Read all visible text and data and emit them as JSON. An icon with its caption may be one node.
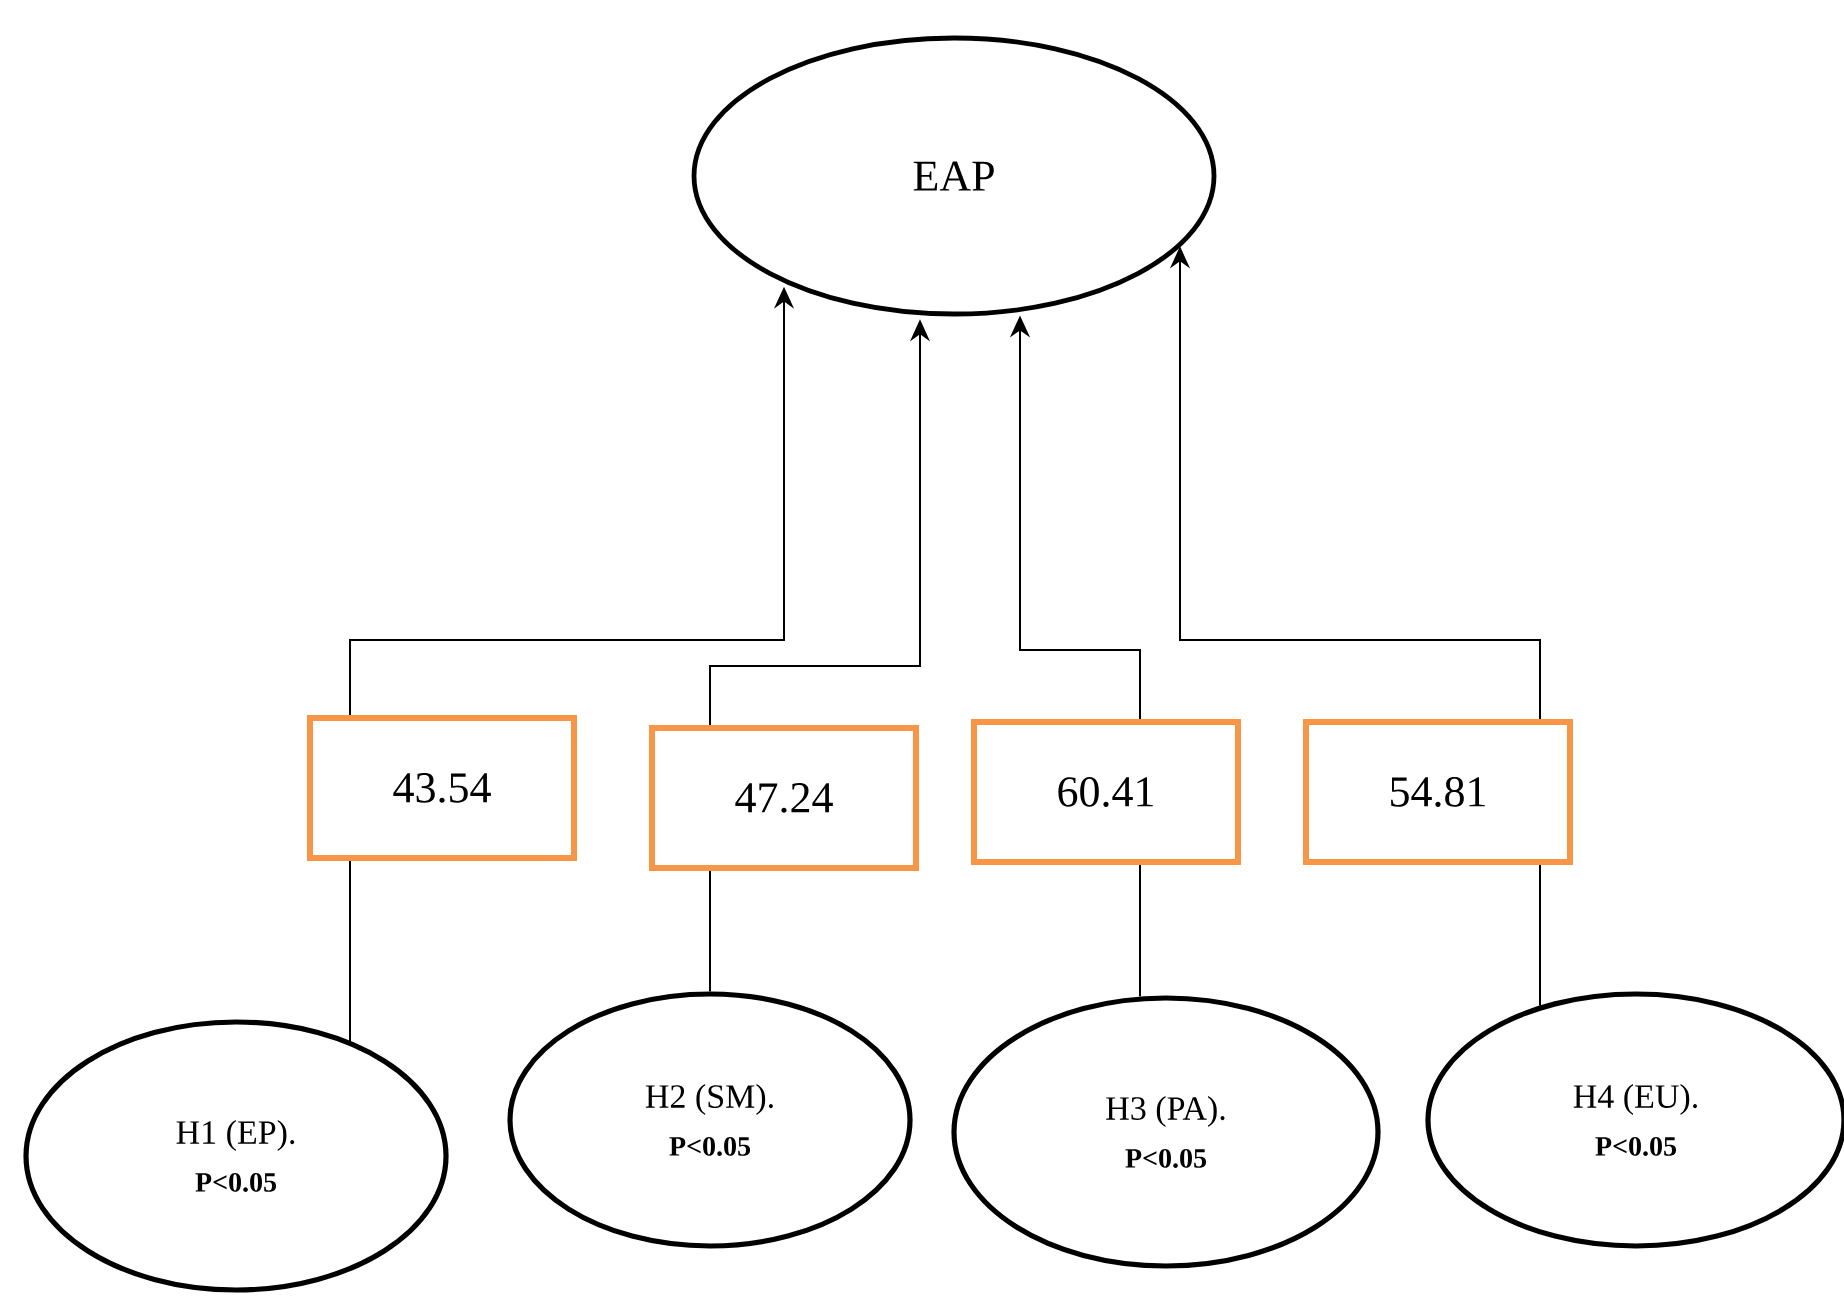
{
  "diagram": {
    "nodes": [
      {
        "text": [
          "EAP"
        ]
      },
      {
        "text": [
          "43.54"
        ]
      },
      {
        "text": [
          "47.24"
        ]
      },
      {
        "text": [
          "60.41"
        ]
      },
      {
        "text": [
          "54.81"
        ]
      },
      {
        "text": [
          "H1 (EP).",
          "P<0.05"
        ]
      },
      {
        "text": [
          "H2 (SM).",
          "P<0.05"
        ]
      },
      {
        "text": [
          "H3 (PA).",
          "P<0.05"
        ]
      },
      {
        "text": [
          "H4 (EU).",
          "P<0.05"
        ]
      }
    ],
    "edges": [
      {
        "from": 5,
        "to": 1,
        "arrow": "none"
      },
      {
        "from": 6,
        "to": 2,
        "arrow": "none"
      },
      {
        "from": 7,
        "to": 3,
        "arrow": "none"
      },
      {
        "from": 8,
        "to": 4,
        "arrow": "none"
      },
      {
        "from": 1,
        "to": 0,
        "arrow": "to"
      },
      {
        "from": 2,
        "to": 0,
        "arrow": "to"
      },
      {
        "from": 3,
        "to": 0,
        "arrow": "to"
      },
      {
        "from": 4,
        "to": 0,
        "arrow": "to"
      }
    ]
  }
}
